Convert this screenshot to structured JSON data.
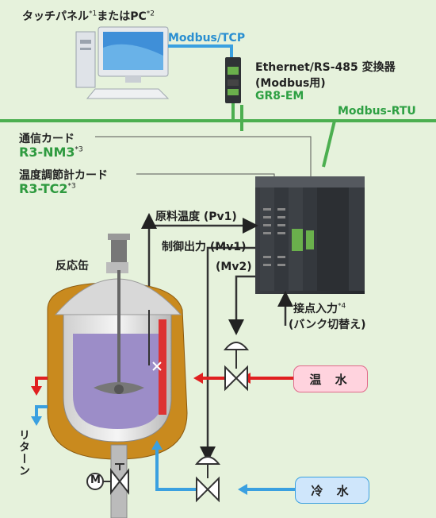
{
  "labels": {
    "panel": "タッチパネル",
    "panel_sup1": "*1",
    "panel_or": "またはPC",
    "panel_sup2": "*2",
    "modbus_tcp": "Modbus/TCP",
    "converter_line1": "Ethernet/RS-485 変換器",
    "converter_line2": "(Modbus用)",
    "converter_model": "GR8-EM",
    "modbus_rtu": "Modbus-RTU",
    "comm_card": "通信カード",
    "comm_card_model": "R3-NM3",
    "comm_card_sup": "*3",
    "temp_card": "温度調節計カード",
    "temp_card_model": "R3-TC2",
    "temp_card_sup": "*3",
    "raw_temp": "原料温度 (Pv1)",
    "control_out": "制御出力 (Mv1)",
    "mv2": "(Mv2)",
    "reactor": "反応缶",
    "contact_input": "接点入力",
    "contact_sup": "*4",
    "bank_switch": "(バンク切替え)",
    "hot_water": "温 水",
    "cold_water": "冷 水",
    "return": "リターン",
    "motor": "M"
  },
  "colors": {
    "background": "#e6f2dc",
    "green_line": "#4caf50",
    "blue_line": "#3aa0e0",
    "red_line": "#e02020",
    "hot_water_pill": "#ffd3de",
    "cold_water_pill": "#cfe6fb",
    "jacket": "#c98a1e"
  }
}
